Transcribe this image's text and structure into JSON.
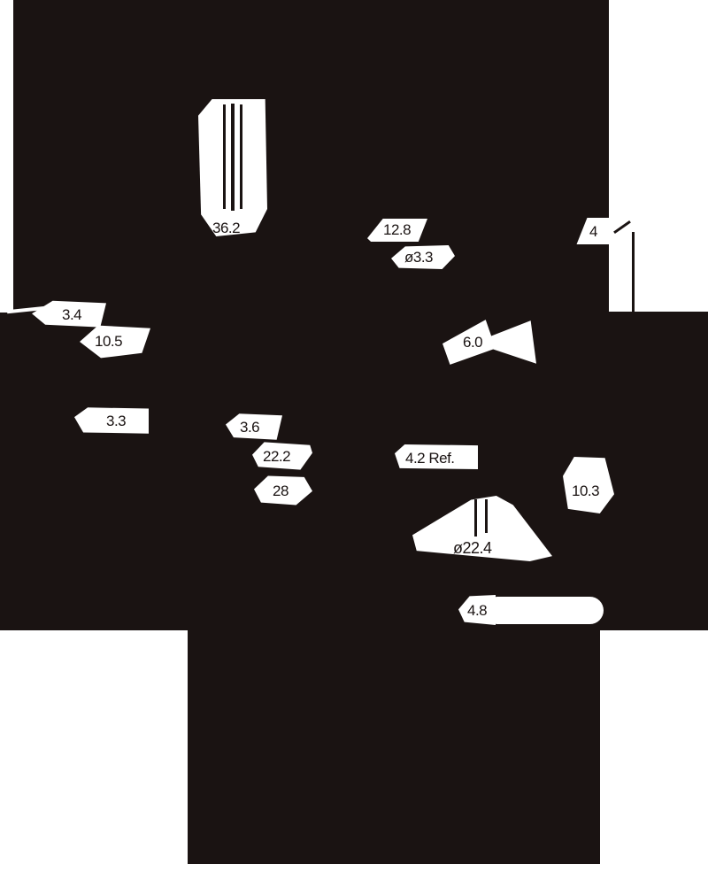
{
  "drawing": {
    "kind": "technical-dimension-drawing",
    "colors": {
      "ink": "#1a1312",
      "paper": "#ffffff"
    },
    "dims": {
      "d36_2": "36.2",
      "d12_8": "12.8",
      "dia3_3": "ø3.3",
      "d4": "4",
      "d3_4": "3.4",
      "d10_5": "10.5",
      "d6_0": "6.0",
      "d3_3": "3.3",
      "d3_6": "3.6",
      "d22_2": "22.2",
      "d28": "28",
      "d4_2_ref": "4.2 Ref.",
      "d10_3": "10.3",
      "dia22_4": "ø22.4",
      "d4_8": "4.8"
    }
  }
}
